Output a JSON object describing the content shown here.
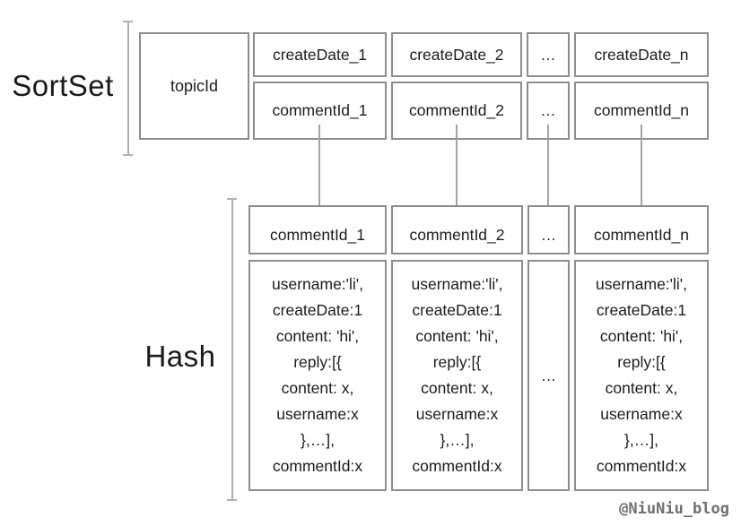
{
  "colors": {
    "border": "#8d8d8d",
    "text": "#1c1c1c",
    "bracket": "#b0b0b0",
    "arrow": "#a3a3a3",
    "watermark": "#6f6f6f"
  },
  "sortset": {
    "label": "SortSet",
    "key": "topicId",
    "score_row": [
      "createDate_1",
      "createDate_2",
      "…",
      "createDate_n"
    ],
    "member_row": [
      "commentId_1",
      "commentId_2",
      "…",
      "commentId_n"
    ]
  },
  "hash": {
    "label": "Hash",
    "header_row": [
      "commentId_1",
      "commentId_2",
      "…",
      "commentId_n"
    ],
    "body_row": [
      "username:'li',\ncreateDate:1\ncontent: 'hi',\nreply:[{\ncontent: x,\nusername:x\n},…],\ncommentId:x",
      "username:'li',\ncreateDate:1\ncontent: 'hi',\nreply:[{\ncontent: x,\nusername:x\n},…],\ncommentId:x",
      "…",
      "username:'li',\ncreateDate:1\ncontent: 'hi',\nreply:[{\ncontent: x,\nusername:x\n},…],\ncommentId:x"
    ]
  },
  "watermark": "@NiuNiu_blog"
}
